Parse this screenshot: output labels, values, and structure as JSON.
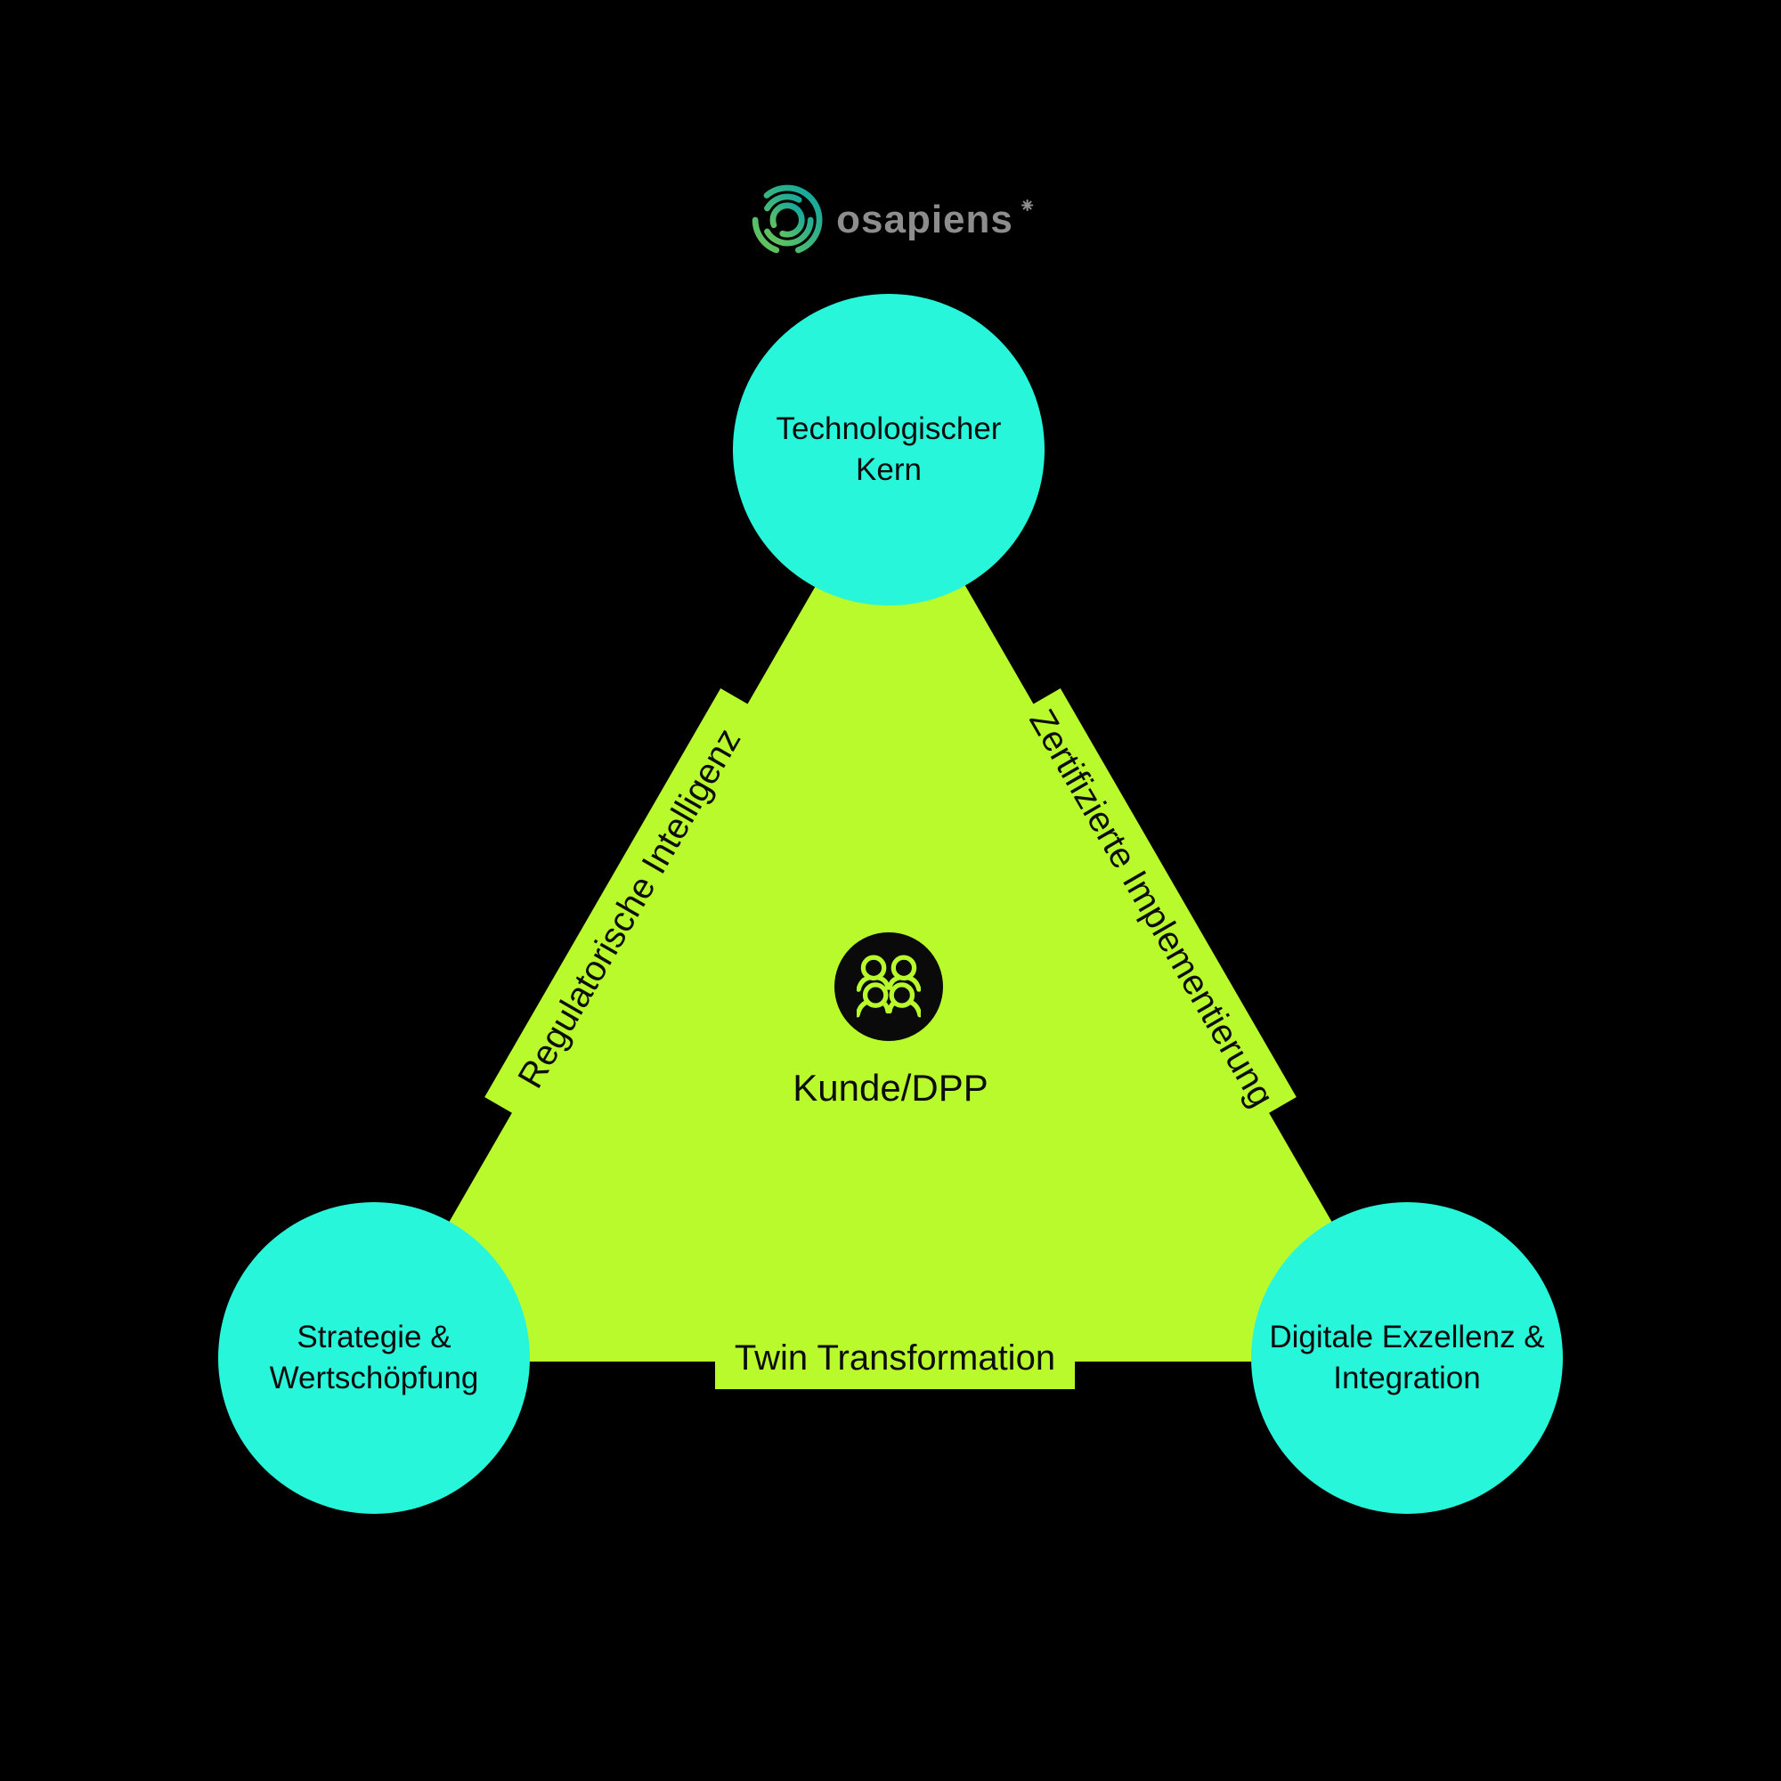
{
  "logo": {
    "brand": "osapiens",
    "trademark": "star",
    "text_color": "#8d8d8d",
    "icon_gradient_start": "#6cc655",
    "icon_gradient_end": "#0da5a5"
  },
  "diagram": {
    "background_color": "#000000",
    "triangle_color": "#b9fa2d",
    "node_color": "#28f6da",
    "text_color": "#0d0d0d",
    "nodes": [
      {
        "id": "top",
        "label": "Technologischer\nKern"
      },
      {
        "id": "bottom-left",
        "label": "Strategie &\nWertschöpfung"
      },
      {
        "id": "bottom-right",
        "label": "Digitale Exzellenz &\nIntegration"
      }
    ],
    "edges": [
      {
        "id": "left",
        "label": "Regulatorische Intelligenz"
      },
      {
        "id": "right",
        "label": "Zertifizierte Implementierung"
      },
      {
        "id": "bottom",
        "label": "Twin Transformation"
      }
    ],
    "center": {
      "label": "Kunde/DPP",
      "icon": "group-people-icon"
    }
  }
}
